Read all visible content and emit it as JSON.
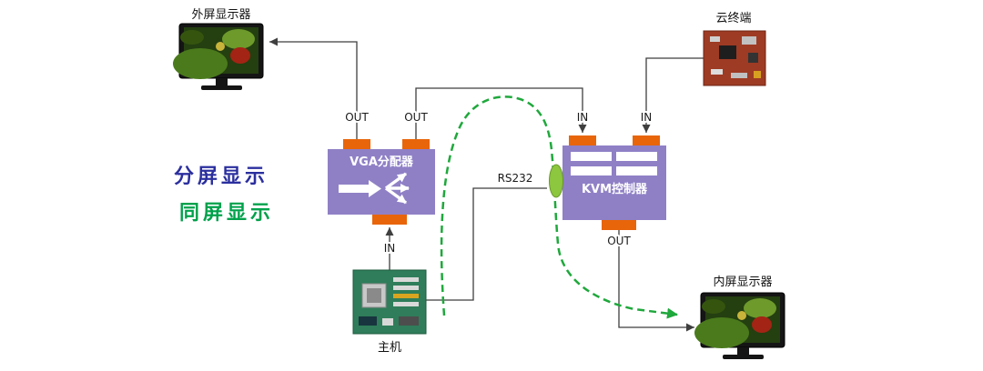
{
  "diagram": {
    "nodes": {
      "external_monitor": {
        "label": "外屏显示器"
      },
      "cloud_terminal": {
        "label": "云终端"
      },
      "vga_splitter": {
        "label": "VGA分配器"
      },
      "kvm_controller": {
        "label": "KVM控制器"
      },
      "host": {
        "label": "主机"
      },
      "internal_monitor": {
        "label": "内屏显示器"
      }
    },
    "ports": {
      "vga_out_left": "OUT",
      "vga_out_right": "OUT",
      "vga_in": "IN",
      "kvm_in_left": "IN",
      "kvm_in_right": "IN",
      "kvm_out": "OUT"
    },
    "annotations": {
      "split_screen": "分屏显示",
      "same_screen": "同屏显示",
      "rs232": "RS232"
    },
    "colors": {
      "device_box": "#8f80c6",
      "connector_tab": "#e8650a",
      "split_screen_text": "#2b2f9e",
      "same_screen_text": "#00a14b",
      "same_screen_path": "#1fa83c",
      "rs232_connector": "#8dc63f",
      "wire": "#3f3f3f"
    }
  }
}
